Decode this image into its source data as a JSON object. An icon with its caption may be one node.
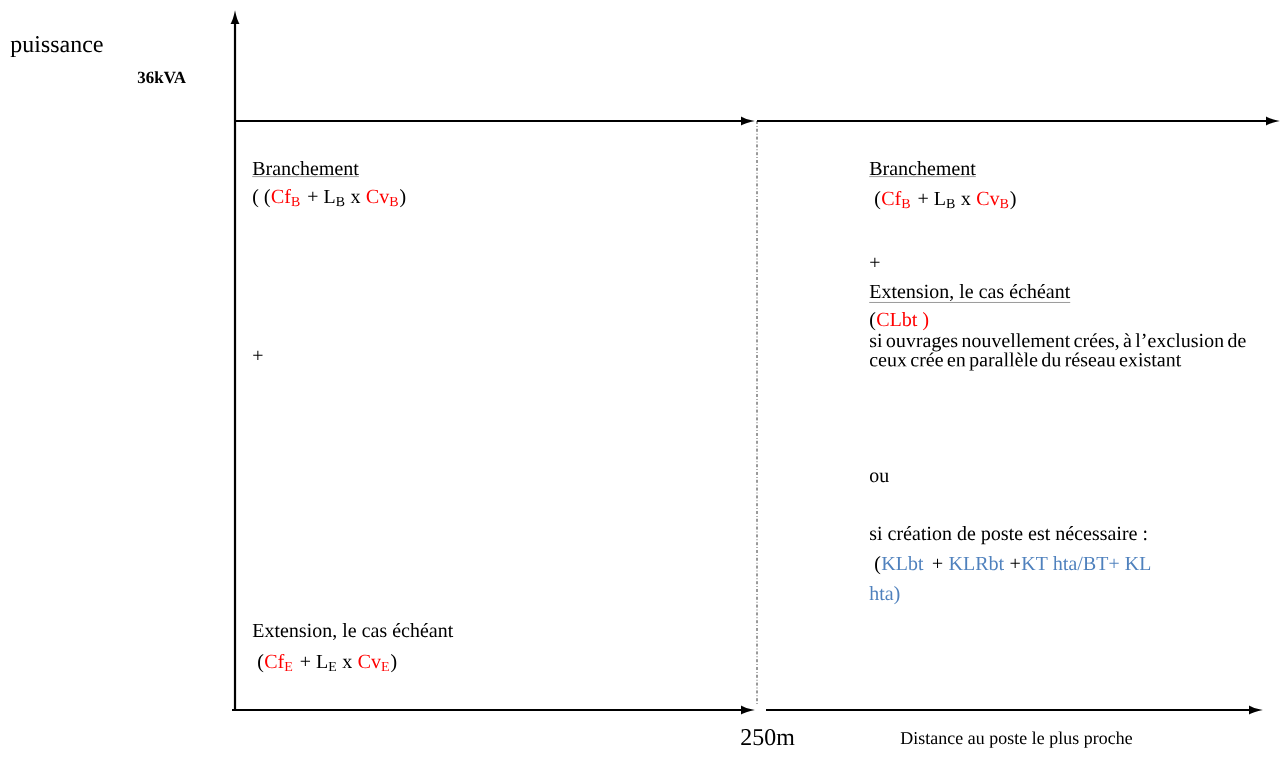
{
  "diagram": {
    "labels": [
      "puissance",
      "36kVA",
      "Branchement",
      "( (",
      "Cf$_{B}$",
      "+ L$_{B}$ x",
      "Cv$_{B}$",
      ")",
      "+",
      "Extension, le cas échéant",
      "(",
      "Cf$_{E}$",
      "+ L$_{E}$ x",
      "Cv$_{E}$",
      ")",
      "Branchement",
      "(",
      "Cf$_{B}$",
      "+ L$_{B}$ x",
      "Cv$_{B}$",
      ")",
      "+",
      "Extension, le cas échéant",
      "(",
      "CLbt )",
      "si ouvrages nouvellement crées, à l’exclusion de ceux crée en parallèle du réseau existant",
      "ou",
      "si création de poste est nécessaire :",
      "(",
      "KLbt",
      "+",
      "KLRbt",
      "+",
      "KT hta/BT+ KL",
      "hta)",
      "250m",
      "Distance au poste le plus proche"
    ]
  }
}
